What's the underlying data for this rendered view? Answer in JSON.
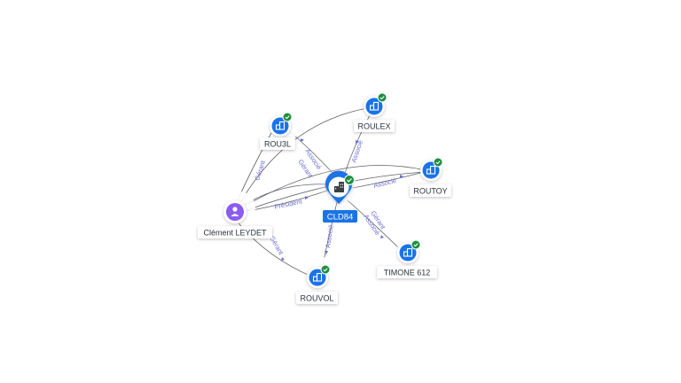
{
  "colors": {
    "company": "#1a73e8",
    "person": "#8a5cf0",
    "check": "#1e8e3e",
    "edge": "#5f6368",
    "edge_label": "#6b6fd6",
    "center_label_bg": "#1a73e8"
  },
  "icons": {
    "company": "building-icon",
    "person": "person-icon",
    "verified": "check-badge-icon"
  },
  "center": {
    "label": "CLD84"
  },
  "nodes": {
    "rou3l": {
      "label": "ROU3L"
    },
    "roulex": {
      "label": "ROULEX"
    },
    "routoy": {
      "label": "ROUTOY"
    },
    "timone": {
      "label": "TIMONE 612"
    },
    "rouvol": {
      "label": "ROUVOL"
    },
    "person": {
      "label": "Clément LEYDET"
    }
  },
  "edges": {
    "person_rou3l": "Gérant",
    "person_center": "Président",
    "person_rouvol": "Gérant",
    "center_rou3l_1": "Gérant",
    "center_rou3l_2": "Associé",
    "center_roulex": "Associé",
    "center_routoy": "Associé",
    "center_timone_1": "Gérant",
    "center_timone_2": "Associé",
    "center_rouvol": "Associé"
  }
}
